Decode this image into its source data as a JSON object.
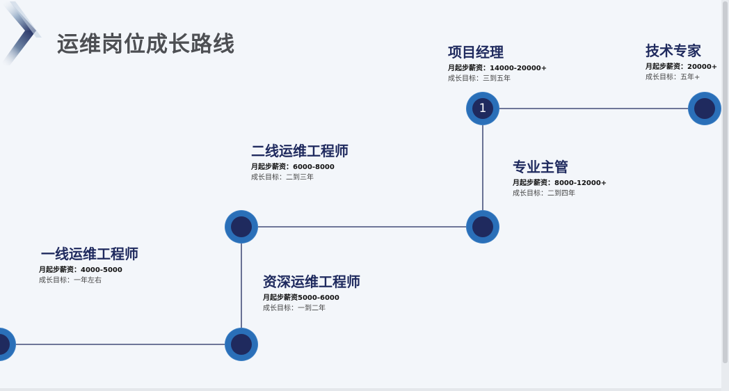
{
  "title": "运维岗位成长路线",
  "colors": {
    "node_outer": "#2a6fb8",
    "node_inner": "#1f2a5e",
    "line": "#1f2a5e",
    "role_text": "#1f2a5e",
    "title_text": "#4d4f53"
  },
  "icons": {
    "logo": "chevron-arrow-icon"
  },
  "steps": [
    {
      "role": "一线运维工程师",
      "salary": "月起步薪资：4000-5000",
      "goal": "成长目标：一年左右"
    },
    {
      "role": "资深运维工程师",
      "salary": "月起步薪资5000-6000",
      "goal": "成长目标：一到二年"
    },
    {
      "role": "二线运维工程师",
      "salary": "月起步薪资：6000-8000",
      "goal": "成长目标：二到三年"
    },
    {
      "role": "专业主管",
      "salary": "月起步薪资：8000-12000+",
      "goal": "成长目标：二到四年"
    },
    {
      "role": "项目经理",
      "salary": "月起步薪资：14000-20000+",
      "goal": "成长目标：三到五年"
    },
    {
      "role": "技术专家",
      "salary": "月起步薪资：20000+",
      "goal": "成长目标：五年+"
    }
  ],
  "node_label": "1"
}
